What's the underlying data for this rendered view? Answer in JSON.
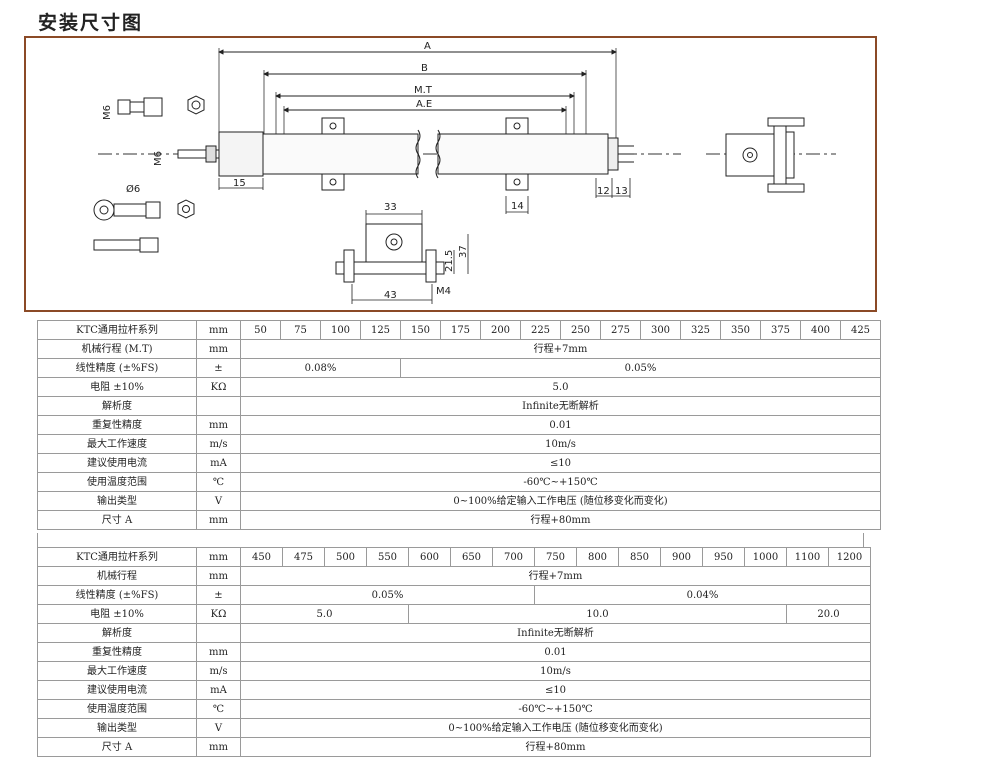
{
  "title": "安装尺寸图",
  "drawing": {
    "labels": {
      "A": "A",
      "B": "B",
      "MT": "M.T",
      "AE": "A.E",
      "M6_top": "M6",
      "M6_side": "M6",
      "phi6": "Ø6",
      "d15": "15",
      "d14": "14",
      "d12": "12",
      "d13": "13",
      "d33": "33",
      "d43": "43",
      "d21_5": "21.5",
      "d37": "37",
      "M4": "M4"
    }
  },
  "table1": {
    "header_label": "KTC通用拉杆系列",
    "header_unit": "mm",
    "sizes": [
      "50",
      "75",
      "100",
      "125",
      "150",
      "175",
      "200",
      "225",
      "250",
      "275",
      "300",
      "325",
      "350",
      "375",
      "400",
      "425"
    ],
    "rows": [
      {
        "label": "机械行程 (M.T)",
        "unit": "mm",
        "value": "行程+7mm"
      },
      {
        "label": "线性精度 (±%FS)",
        "unit": "±",
        "values": [
          "0.08%",
          "0.05%"
        ]
      },
      {
        "label": "电阻  ±10%",
        "unit": "KΩ",
        "value": "5.0"
      },
      {
        "label": "解析度",
        "unit": "",
        "value": "Infinite无断解析"
      },
      {
        "label": "重复性精度",
        "unit": "mm",
        "value": "0.01"
      },
      {
        "label": "最大工作速度",
        "unit": "m/s",
        "value": "10m/s"
      },
      {
        "label": "建议使用电流",
        "unit": "mA",
        "value": "≤10"
      },
      {
        "label": "使用温度范围",
        "unit": "℃",
        "value": "-60℃~+150℃"
      },
      {
        "label": "输出类型",
        "unit": "V",
        "value": "0~100%给定输入工作电压 (随位移变化而变化)"
      },
      {
        "label": "尺寸 A",
        "unit": "mm",
        "value": "行程+80mm"
      }
    ]
  },
  "table2": {
    "header_label": "KTC通用拉杆系列",
    "header_unit": "mm",
    "sizes": [
      "450",
      "475",
      "500",
      "550",
      "600",
      "650",
      "700",
      "750",
      "800",
      "850",
      "900",
      "950",
      "1000",
      "1100",
      "1200"
    ],
    "rows": [
      {
        "label": "机械行程",
        "unit": "mm",
        "value": "行程+7mm"
      },
      {
        "label": "线性精度 (±%FS)",
        "unit": "±",
        "values": [
          "0.05%",
          "0.04%"
        ]
      },
      {
        "label": "电阻  ±10%",
        "unit": "KΩ",
        "values": [
          "5.0",
          "10.0",
          "20.0"
        ]
      },
      {
        "label": "解析度",
        "unit": "",
        "value": "Infinite无断解析"
      },
      {
        "label": "重复性精度",
        "unit": "mm",
        "value": "0.01"
      },
      {
        "label": "最大工作速度",
        "unit": "m/s",
        "value": "10m/s"
      },
      {
        "label": "建议使用电流",
        "unit": "mA",
        "value": "≤10"
      },
      {
        "label": "使用温度范围",
        "unit": "℃",
        "value": "-60℃~+150℃"
      },
      {
        "label": "输出类型",
        "unit": "V",
        "value": "0~100%给定输入工作电压 (随位移变化而变化)"
      },
      {
        "label": "尺寸 A",
        "unit": "mm",
        "value": "行程+80mm"
      }
    ]
  }
}
